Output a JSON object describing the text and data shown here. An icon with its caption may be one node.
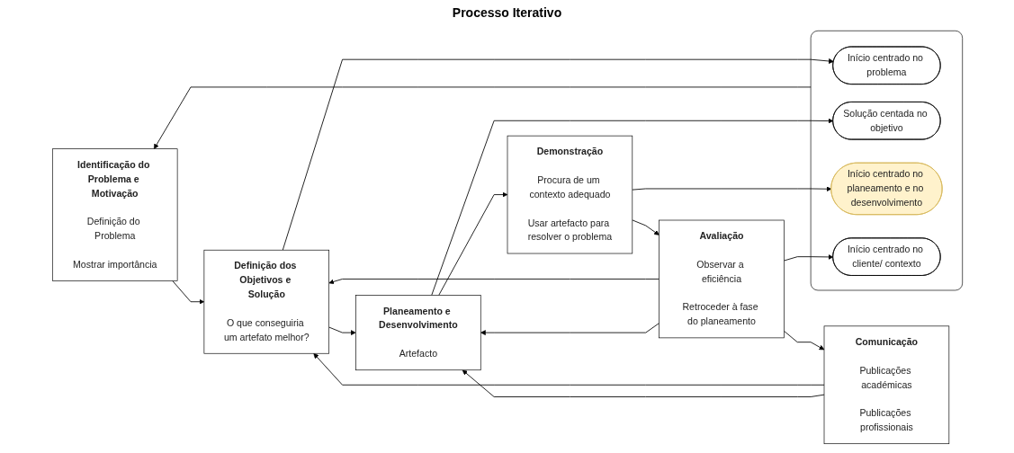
{
  "diagram": {
    "nodes": [
      {
        "text": [
          "Identificação do Problema e Motivação",
          "Definição do Problema",
          "Mostrar importância"
        ]
      },
      {
        "text": [
          "Definição dos Objetivos e Solução",
          "O que conseguiria um artefato melhor?"
        ]
      },
      {
        "text": [
          "Planeamento e Desenvolvimento",
          "Artefacto"
        ]
      },
      {
        "text": [
          "Demonstração",
          "Procura de um contexto adequado",
          "Usar artefacto para resolver o problema"
        ]
      },
      {
        "text": [
          "Avaliação",
          "Observar a eficiência",
          "Retroceder à fase do planeamento"
        ]
      },
      {
        "text": [
          "Comunicação",
          "Publicações académicas",
          "Publicações profissionais"
        ]
      },
      {
        "text": [],
        "shape": "box"
      },
      {
        "text": [
          "Início centrado no problema"
        ],
        "in": 6
      },
      {
        "text": [
          "Solução centada no objetivo"
        ],
        "in": 6
      },
      {
        "text": [
          "Início centrado no planeamento e no desenvolvimento"
        ],
        "in": 6
      },
      {
        "text": [
          "Início centrado no cliente/ contexto"
        ],
        "in": 6
      }
    ],
    "edges": [
      {
        "from": 0,
        "to": 1,
        "arrow": "to"
      },
      {
        "from": 1,
        "to": 2,
        "arrow": "to"
      },
      {
        "from": 2,
        "to": 3,
        "arrow": "to"
      },
      {
        "from": 3,
        "to": 4,
        "arrow": "to"
      },
      {
        "from": 4,
        "to": 5,
        "arrow": "to"
      },
      {
        "from": 1,
        "to": 7,
        "arrow": "to"
      },
      {
        "from": 2,
        "to": 8,
        "arrow": "to"
      },
      {
        "from": 3,
        "to": 9,
        "arrow": "to"
      },
      {
        "from": 4,
        "to": 10,
        "arrow": "to"
      },
      {
        "from": 6,
        "to": 0,
        "arrow": "to"
      },
      {
        "from": 4,
        "to": 1,
        "arrow": "to"
      },
      {
        "from": 4,
        "to": 2,
        "arrow": "to"
      },
      {
        "from": 5,
        "to": 1,
        "arrow": "to"
      },
      {
        "from": 5,
        "to": 2,
        "arrow": "to"
      }
    ],
    "labels": [
      "Processo Iterativo"
    ]
  }
}
